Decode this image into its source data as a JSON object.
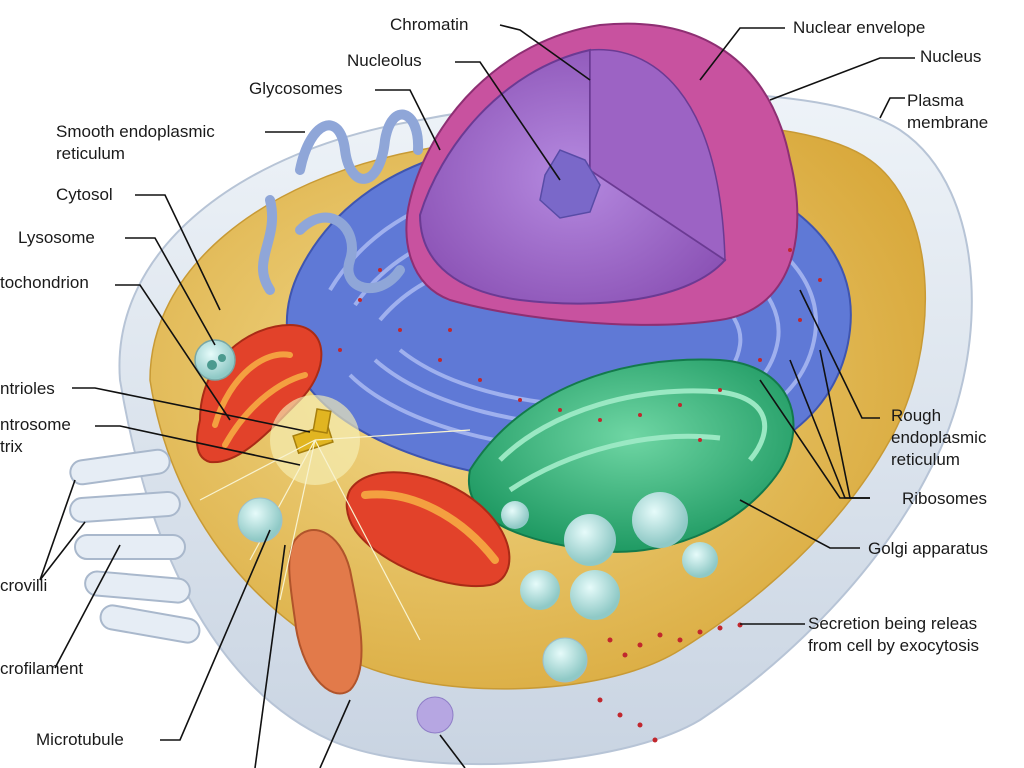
{
  "colors": {
    "cytosol": "#e8c25a",
    "membrane": "#dfe7f0",
    "er": "#5f79d6",
    "nucleus": "#a35fb8",
    "nucleus_envelope": "#c8529f",
    "golgi": "#35b37a",
    "mitochondrion": "#e2422a",
    "mito_inner": "#f4a040",
    "ribosome": "#c1272d",
    "vesicle": "#a9d8d6",
    "leader": "#111111"
  },
  "labels": {
    "chromatin": "Chromatin",
    "nuclear_envelope": "Nuclear envelope",
    "nucleolus": "Nucleolus",
    "nucleus": "Nucleus",
    "glycosomes": "Glycosomes",
    "plasma_membrane": [
      "Plasma",
      "membrane"
    ],
    "smooth_er": [
      "Smooth endoplasmic",
      "reticulum"
    ],
    "cytosol": "Cytosol",
    "lysosome": "Lysosome",
    "mitochondrion": "tochondrion",
    "centrioles": "ntrioles",
    "centrosome": [
      "ntrosome",
      "trix"
    ],
    "rough_er": [
      "Rough",
      "endoplasmic",
      "reticulum"
    ],
    "ribosomes": "Ribosomes",
    "microvilli": "crovilli",
    "golgi": "Golgi apparatus",
    "secretion": [
      "Secretion being releas",
      "from cell by exocytosis"
    ],
    "microfilament": "crofilament",
    "microtubule": "Microtubule"
  }
}
